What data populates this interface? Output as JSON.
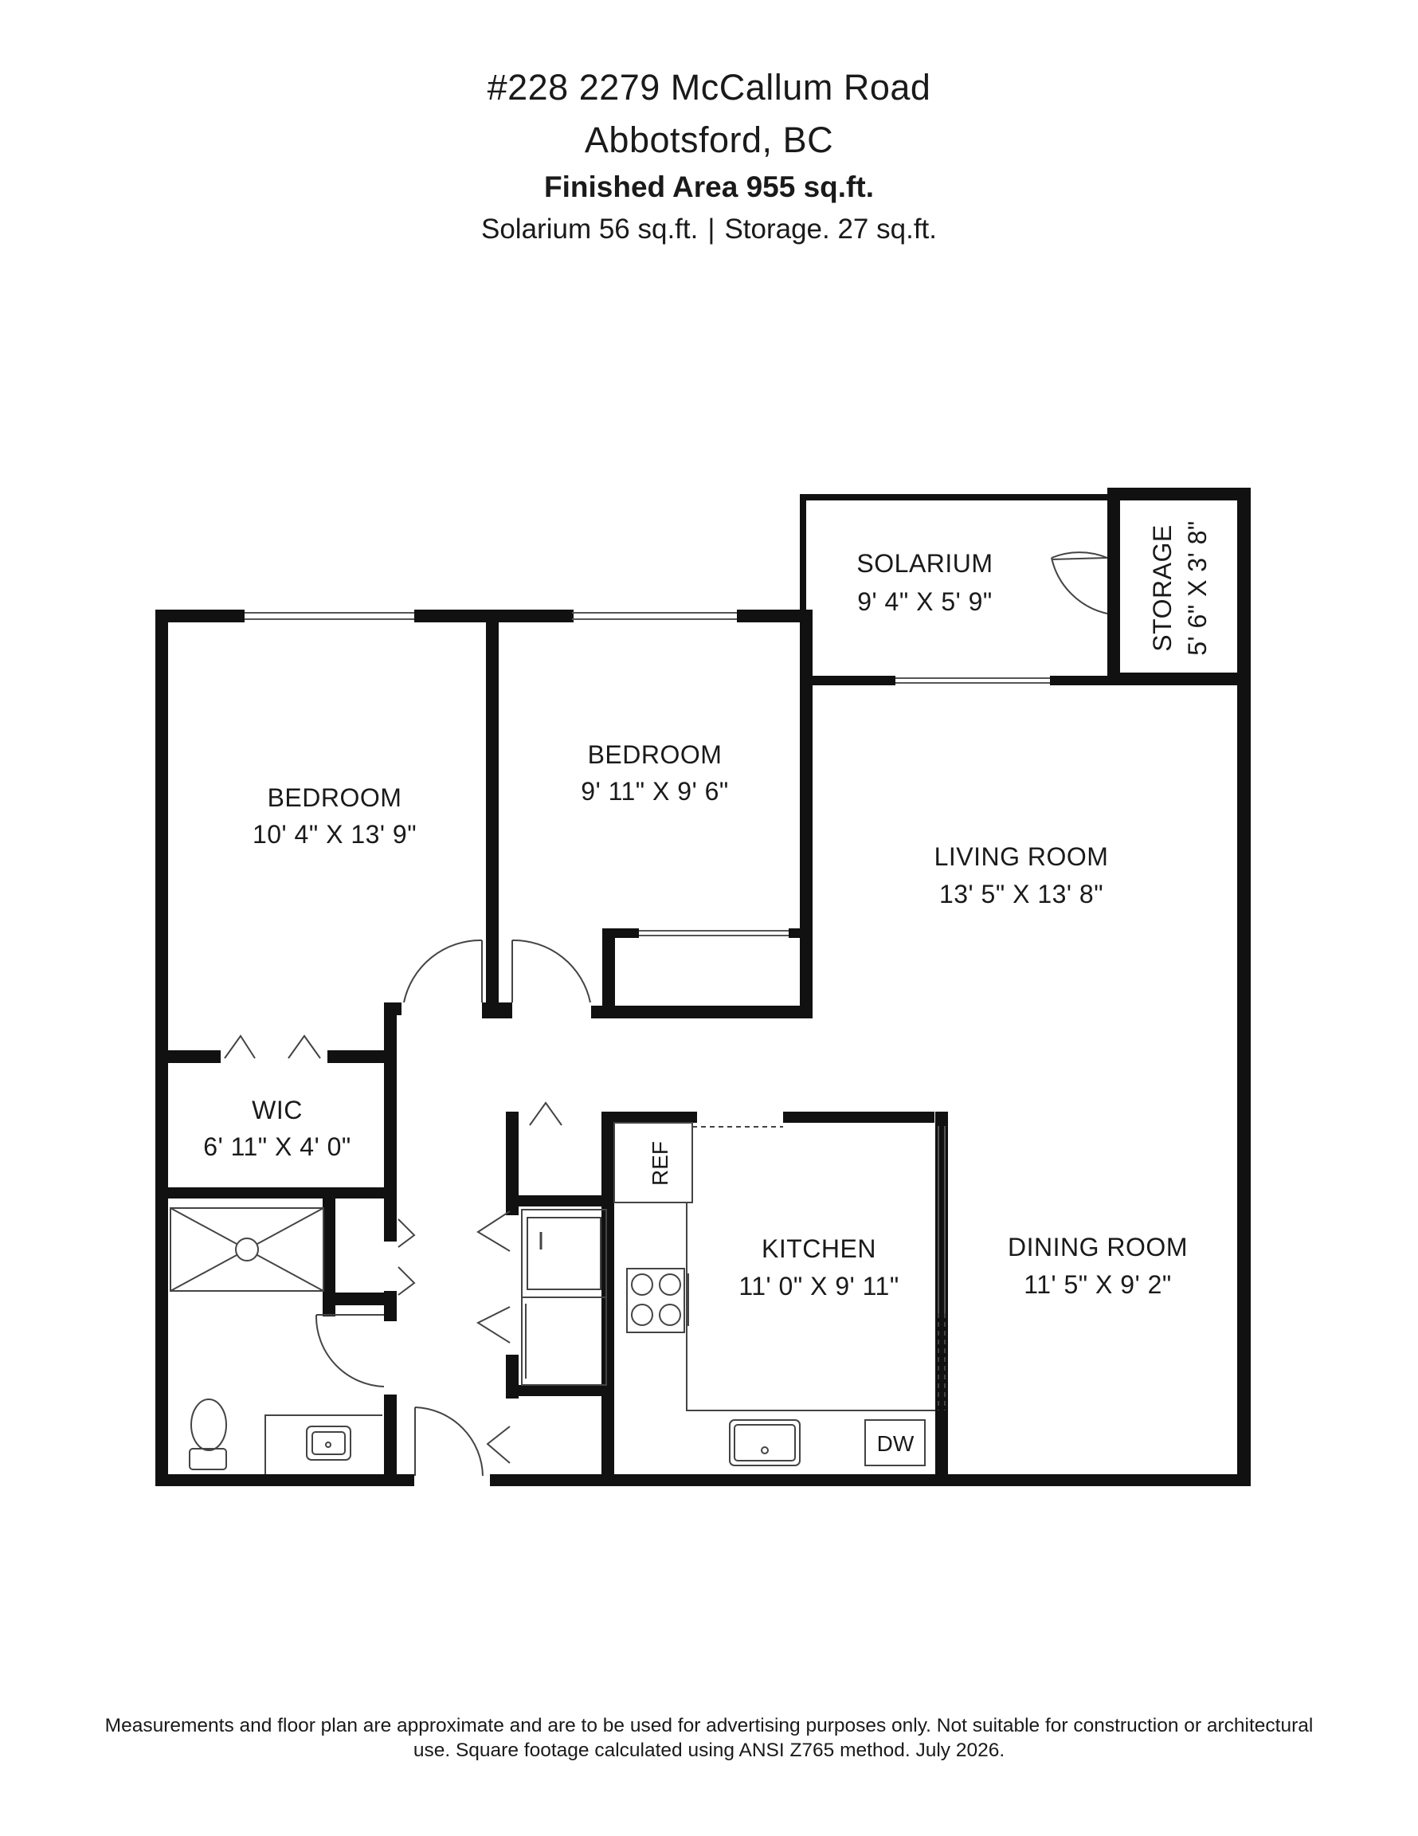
{
  "header": {
    "address": "#228 2279 McCallum Road",
    "city": "Abbotsford, BC",
    "finished_area": "Finished Area 955 sq.ft.",
    "solarium_area": "Solarium 56 sq.ft.",
    "separator": "|",
    "storage_area": "Storage. 27 sq.ft."
  },
  "rooms": {
    "bedroom1": {
      "name": "BEDROOM",
      "dims": "10' 4\" X 13' 9\""
    },
    "bedroom2": {
      "name": "BEDROOM",
      "dims": "9' 11\" X 9' 6\""
    },
    "solarium": {
      "name": "SOLARIUM",
      "dims": "9' 4\" X 5' 9\""
    },
    "storage": {
      "name": "STORAGE",
      "dims": "5' 6\" X 3' 8\""
    },
    "living": {
      "name": "LIVING ROOM",
      "dims": "13' 5\" X 13' 8\""
    },
    "wic": {
      "name": "WIC",
      "dims": "6' 11\" X 4' 0\""
    },
    "kitchen": {
      "name": "KITCHEN",
      "dims": "11' 0\" X 9' 11\""
    },
    "dining": {
      "name": "DINING ROOM",
      "dims": "11' 5\" X 9' 2\""
    }
  },
  "fixtures": {
    "refrigerator": "REF",
    "dishwasher": "DW"
  },
  "colors": {
    "wall": "#111111",
    "line": "#444444",
    "background": "#ffffff"
  },
  "disclaimer": {
    "line1": "Measurements and floor plan are approximate and are to be used for advertising purposes only. Not suitable for construction or architectural",
    "line2": "use. Square footage calculated using ANSI Z765 method. July 2026."
  }
}
